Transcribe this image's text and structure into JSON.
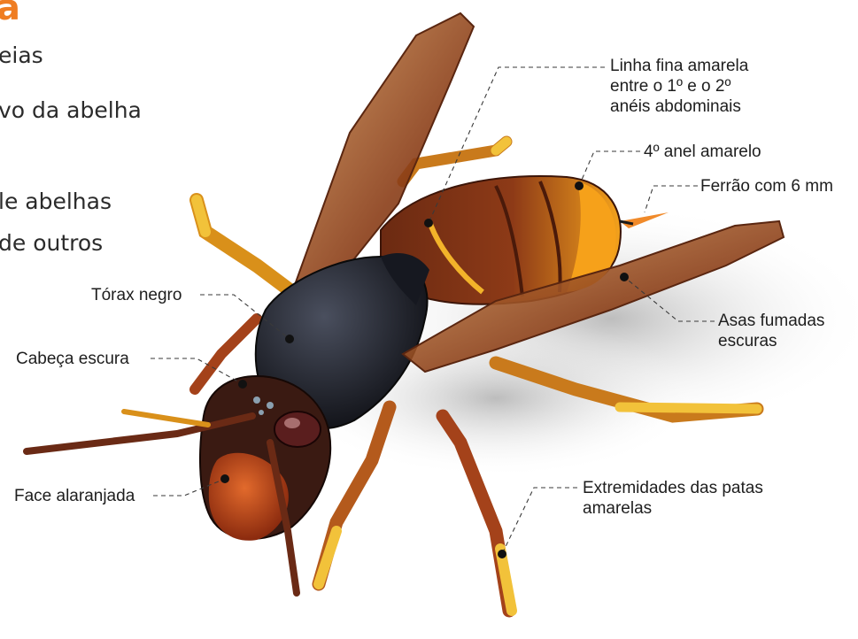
{
  "partial_text": {
    "title": "a",
    "lines": [
      "eias",
      "vo da abelha",
      "le abelhas",
      "de outros"
    ]
  },
  "callouts": {
    "thin_yellow_line": [
      "Linha fina amarela",
      "entre o 1º e o 2º",
      "anéis abdominais"
    ],
    "fourth_ring": "4º anel amarelo",
    "stinger": "Ferrão com 6 mm",
    "smoky_wings": [
      "Asas fumadas",
      "escuras"
    ],
    "black_thorax": "Tórax negro",
    "dark_head": "Cabeça escura",
    "orange_face": "Face alaranjada",
    "yellow_legs": [
      "Extremidades das patas",
      "amarelas"
    ]
  },
  "colors": {
    "accent": "#ef7d22",
    "leader_line": "#3a3a3a"
  }
}
